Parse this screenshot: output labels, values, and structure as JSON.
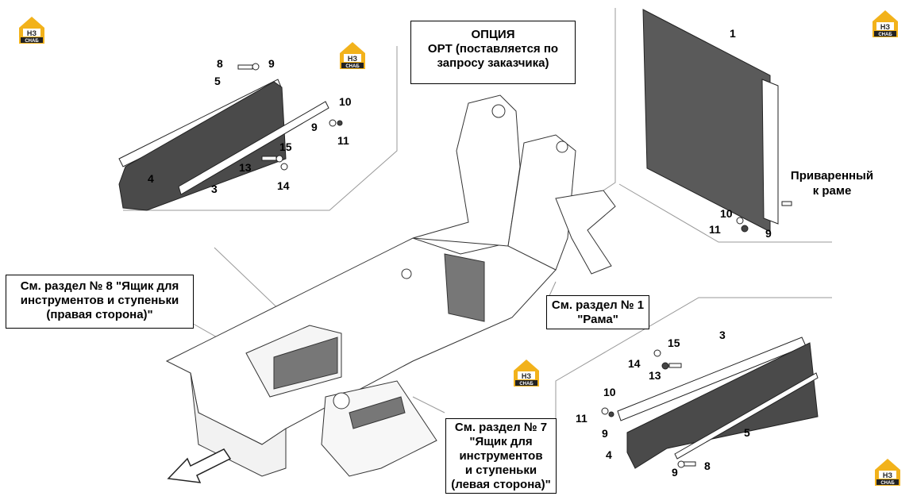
{
  "option_note": {
    "line1": "ОПЦИЯ",
    "line2": "OPT (поставляется по",
    "line3": "запросу заказчика)"
  },
  "welded_note": {
    "line1": "Приваренный",
    "line2": "к раме"
  },
  "ref_section8": {
    "line1": "См. раздел № 8 \"Ящик для",
    "line2": "инструментов и ступеньки",
    "line3": "(правая сторона)\""
  },
  "ref_section1": {
    "line1": "См. раздел № 1",
    "line2": "\"Рама\""
  },
  "ref_section7": {
    "line1": "См. раздел № 7",
    "line2": "\"Ящик для",
    "line3": "инструментов",
    "line4": "и ступеньки",
    "line5": "(левая сторона)\""
  },
  "logo": {
    "top": "НЗ",
    "bottom": "СНАБ"
  },
  "part_numbers": {
    "p1": "1",
    "p3a": "3",
    "p3b": "3",
    "p4a": "4",
    "p4b": "4",
    "p5a": "5",
    "p5b": "5",
    "p8a": "8",
    "p8b": "8",
    "p9a": "9",
    "p9b": "9",
    "p9c": "9",
    "p9d": "9",
    "p9e": "9",
    "p10a": "10",
    "p10b": "10",
    "p10c": "10",
    "p11a": "11",
    "p11b": "11",
    "p11c": "11",
    "p13a": "13",
    "p13b": "13",
    "p14a": "14",
    "p14b": "14",
    "p15a": "15",
    "p15b": "15"
  },
  "colors": {
    "panel_fill": "#4a4a4a",
    "radiator_fill": "#5a5a5a",
    "logo_yellow": "#f2b21b",
    "logo_dark": "#222222"
  }
}
